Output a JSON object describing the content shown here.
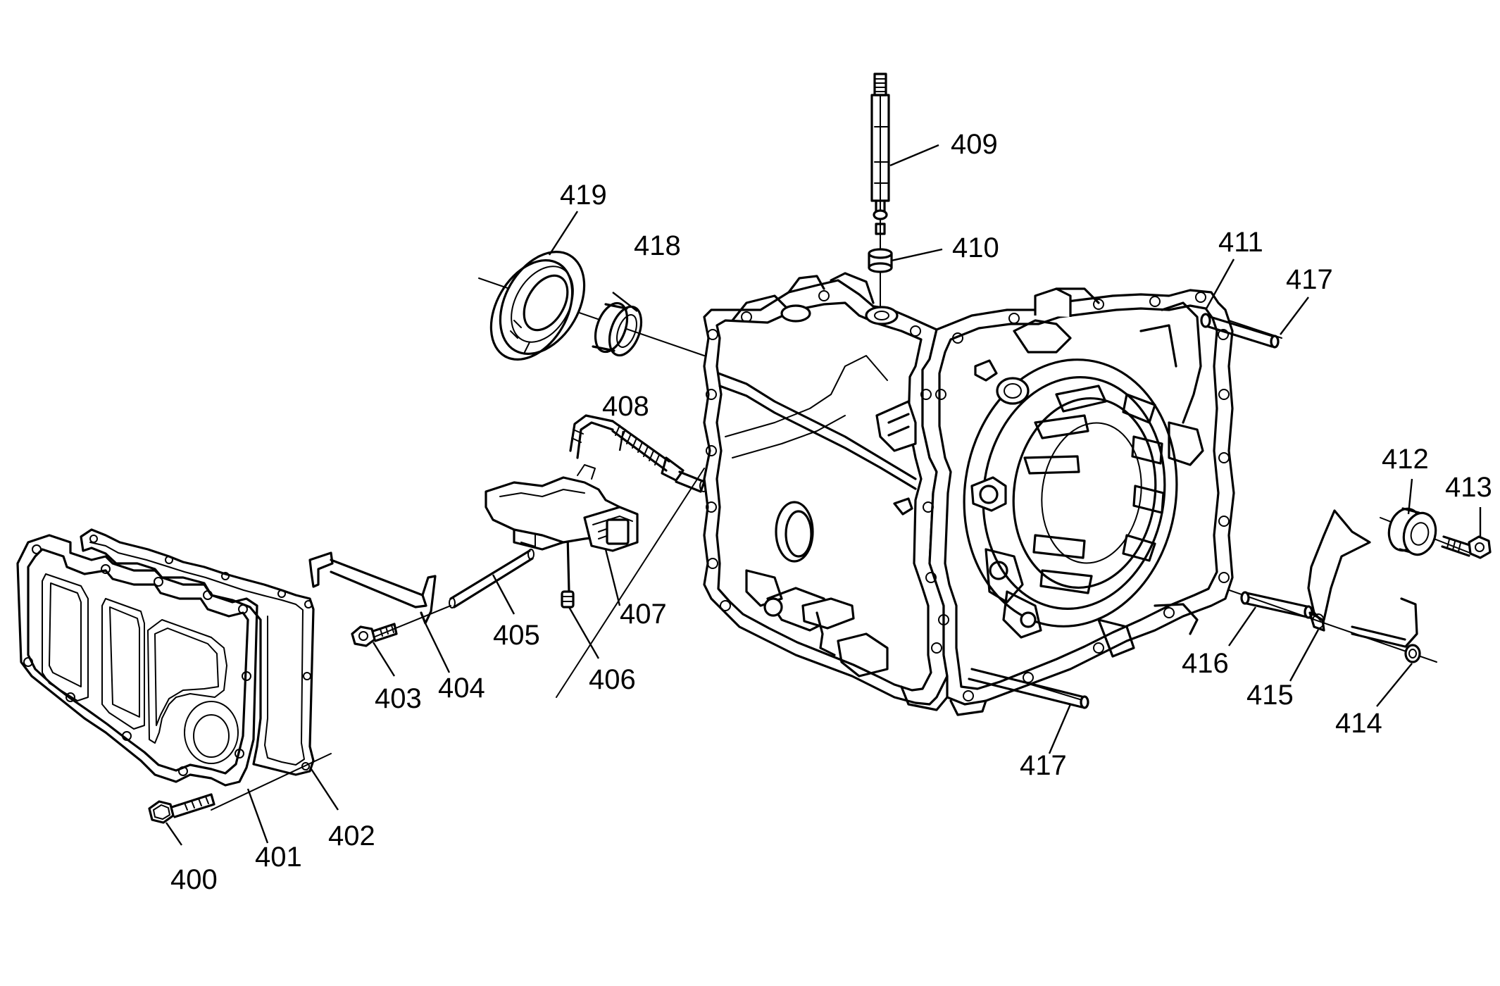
{
  "callouts": {
    "c400": "400",
    "c401": "401",
    "c402": "402",
    "c403": "403",
    "c404": "404",
    "c405": "405",
    "c406": "406",
    "c407": "407",
    "c408": "408",
    "c409": "409",
    "c410": "410",
    "c411": "411",
    "c412": "412",
    "c413": "413",
    "c414": "414",
    "c415": "415",
    "c416": "416",
    "c417a": "417",
    "c417b": "417",
    "c418": "418",
    "c419": "419"
  }
}
